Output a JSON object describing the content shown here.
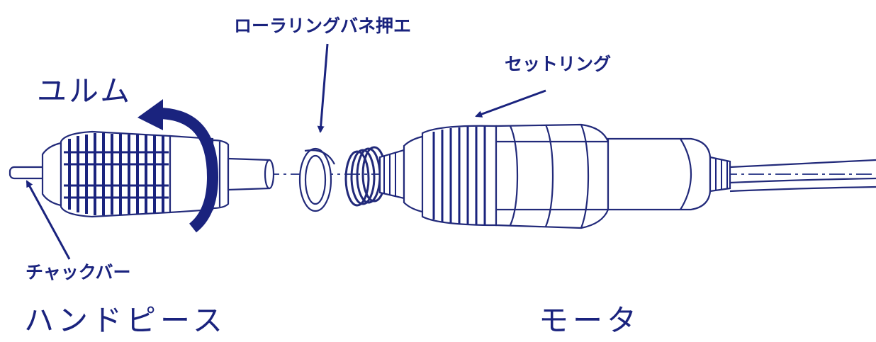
{
  "labels": {
    "roller_ring_spring_press": "ローラリングバネ押エ",
    "set_ring": "セットリング",
    "loosen": "ユルム",
    "chuck_bar": "チャックバー",
    "handpiece": "ハンドピース",
    "motor": "モータ"
  },
  "colors": {
    "ink": "#1a237e",
    "line": "#222a7a",
    "paper": "#ffffff"
  }
}
